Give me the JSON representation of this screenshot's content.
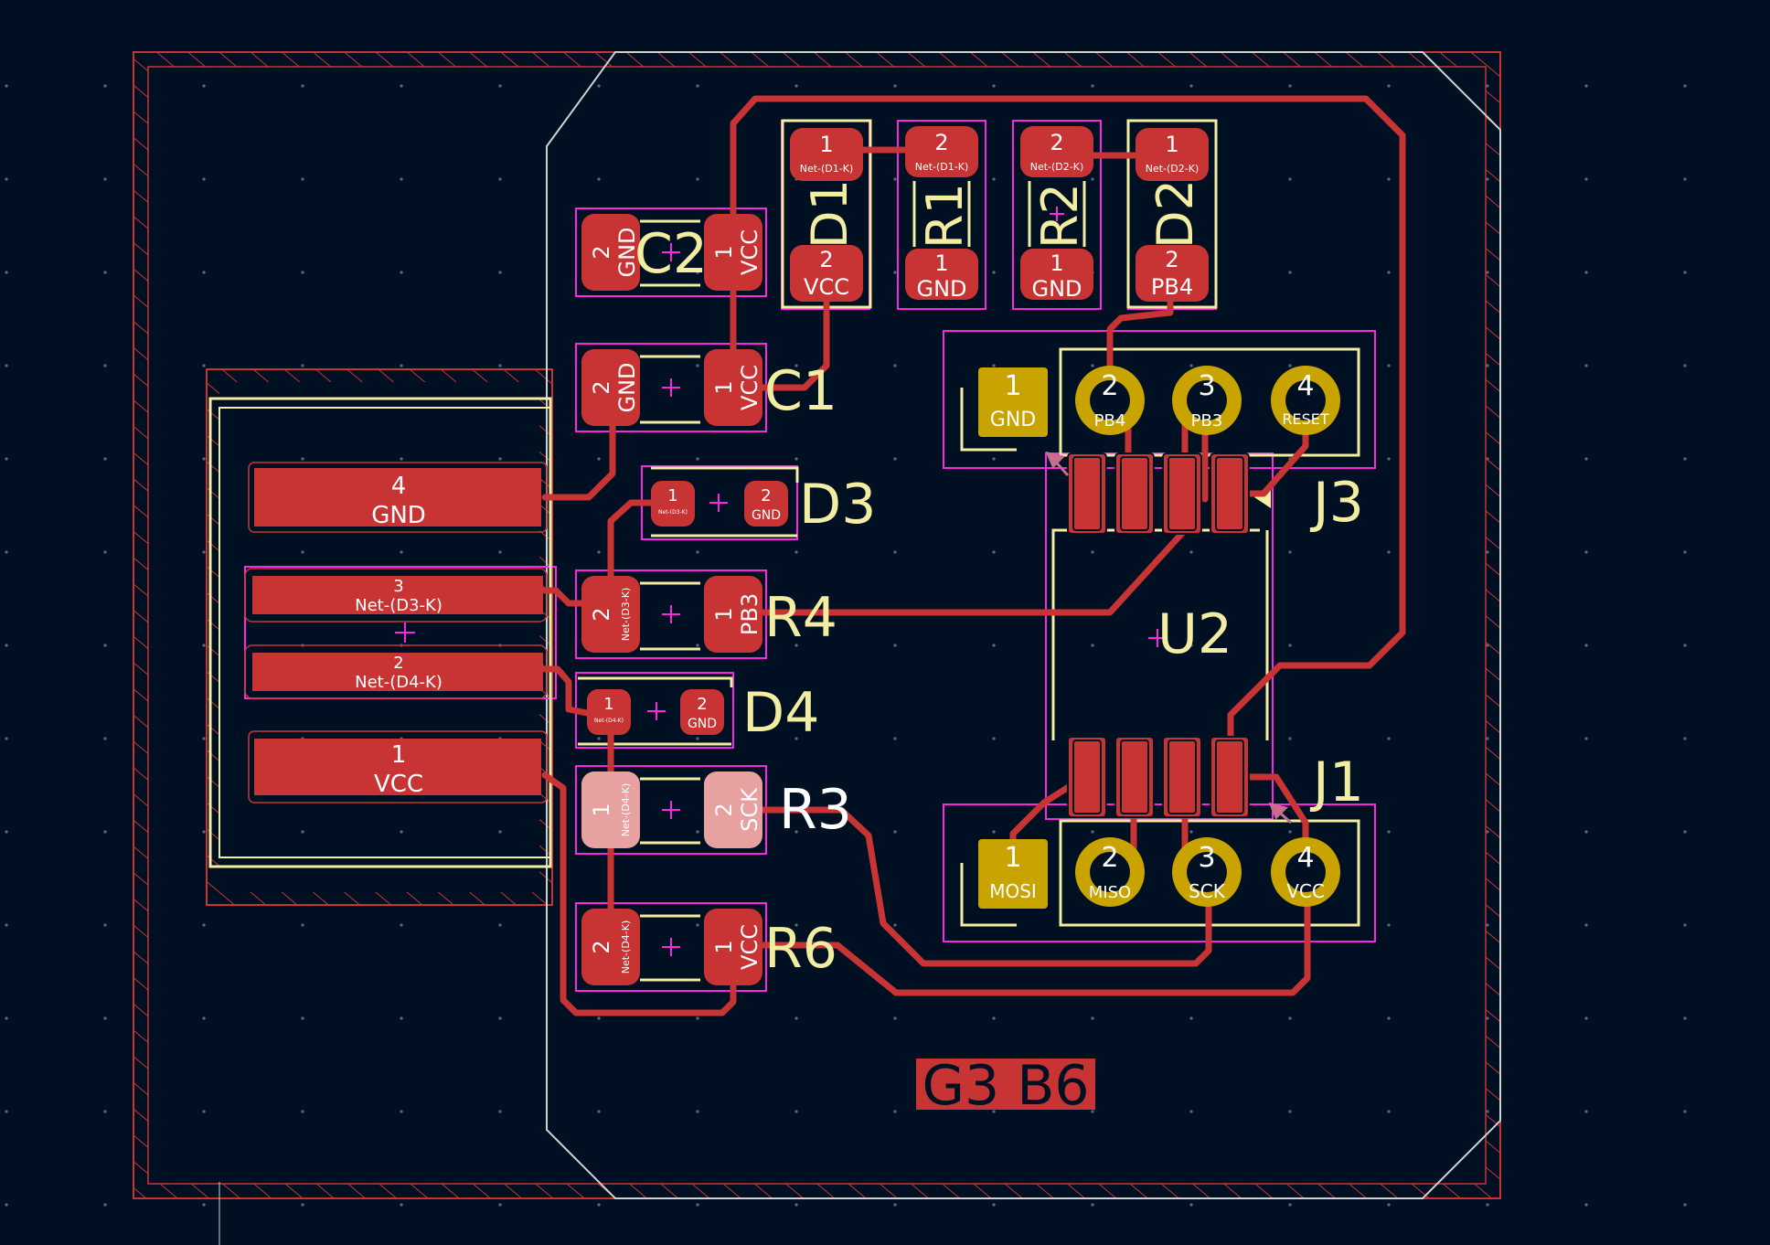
{
  "components": {
    "C1": {
      "ref": "C1",
      "pads": [
        {
          "num": "2",
          "net": "GND"
        },
        {
          "num": "1",
          "net": "VCC"
        }
      ]
    },
    "C2": {
      "ref": "C2",
      "pads": [
        {
          "num": "2",
          "net": "GND"
        },
        {
          "num": "1",
          "net": "VCC"
        }
      ]
    },
    "D1": {
      "ref": "D1",
      "pads": [
        {
          "num": "1",
          "net": "Net-(D1-K)"
        },
        {
          "num": "2",
          "net": "VCC"
        }
      ]
    },
    "R1": {
      "ref": "R1",
      "pads": [
        {
          "num": "2",
          "net": "Net-(D1-K)"
        },
        {
          "num": "1",
          "net": "GND"
        }
      ]
    },
    "R2": {
      "ref": "R2",
      "pads": [
        {
          "num": "2",
          "net": "Net-(D2-K)"
        },
        {
          "num": "1",
          "net": "GND"
        }
      ]
    },
    "D2": {
      "ref": "D2",
      "pads": [
        {
          "num": "1",
          "net": "Net-(D2-K)"
        },
        {
          "num": "2",
          "net": "PB4"
        }
      ]
    },
    "D3": {
      "ref": "D3",
      "pads": [
        {
          "num": "1",
          "net": "Net-(D3-K)"
        },
        {
          "num": "2",
          "net": "GND"
        }
      ]
    },
    "R4": {
      "ref": "R4",
      "pads": [
        {
          "num": "2",
          "net": "Net-(D3-K)"
        },
        {
          "num": "1",
          "net": "PB3"
        }
      ]
    },
    "D4": {
      "ref": "D4",
      "pads": [
        {
          "num": "1",
          "net": "Net-(D4-K)"
        },
        {
          "num": "2",
          "net": "GND"
        }
      ]
    },
    "R3": {
      "ref": "R3",
      "pads": [
        {
          "num": "1",
          "net": "Net-(D4-K)"
        },
        {
          "num": "2",
          "net": "SCK"
        }
      ]
    },
    "R6": {
      "ref": "R6",
      "pads": [
        {
          "num": "2",
          "net": "Net-(D4-K)"
        },
        {
          "num": "1",
          "net": "VCC"
        }
      ]
    },
    "J3": {
      "ref": "J3",
      "pins": [
        {
          "num": "1",
          "net": "GND"
        },
        {
          "num": "2",
          "net": "PB4"
        },
        {
          "num": "3",
          "net": "PB3"
        },
        {
          "num": "4",
          "net": "RESET"
        }
      ]
    },
    "J1": {
      "ref": "J1",
      "pins": [
        {
          "num": "1",
          "net": "MOSI"
        },
        {
          "num": "2",
          "net": "MISO"
        },
        {
          "num": "3",
          "net": "SCK"
        },
        {
          "num": "4",
          "net": "VCC"
        }
      ]
    },
    "U2": {
      "ref": "U2"
    },
    "connector": {
      "pads": [
        {
          "num": "4",
          "net": "GND"
        },
        {
          "num": "3",
          "net": "Net-(D3-K)"
        },
        {
          "num": "2",
          "net": "Net-(D4-K)"
        },
        {
          "num": "1",
          "net": "VCC"
        }
      ]
    }
  },
  "board_text": "G3 B6",
  "colors": {
    "background": "#001023",
    "copper": "#c83434",
    "copper_selected": "#e8a1a1",
    "silkscreen": "#f2eda1",
    "courtyard": "#ff26e2",
    "edge_cuts": "#d0d2cd",
    "keepout_hatch": "#c83434",
    "through_hole_ring": "#c9a400"
  }
}
